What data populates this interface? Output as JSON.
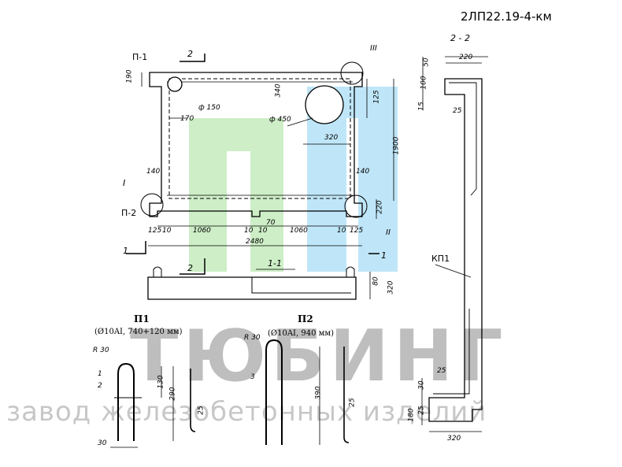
{
  "title": "2ЛП22.19-4-км",
  "brand": {
    "name": "ТЮБИНГ",
    "tagline": "завод железобетонных изделий"
  },
  "section_label": "2 - 2",
  "labels": {
    "p1": "П-1",
    "p2": "П-2",
    "cut2_top": "2",
    "cut2_bottom": "2",
    "cut1_left": "1",
    "cut1_right": "1",
    "node_I": "I",
    "node_II": "II",
    "node_III": "III",
    "kp1": "КП1",
    "section_11": "1-1"
  },
  "dims": {
    "d190": "190",
    "phi150": "ф 150",
    "phi450": "ф 450",
    "d340": "340",
    "d170": "170",
    "d125r": "125",
    "d1900": "1900",
    "d320a": "320",
    "d140l": "140",
    "d140r": "140",
    "d220r": "220",
    "d125a": "125",
    "d10a": "10",
    "d1060a": "1060",
    "d10b": "10",
    "d10c": "10",
    "d70": "70",
    "d1060b": "1060",
    "d10d": "10",
    "d125b": "125",
    "d2480": "2480",
    "d80": "80",
    "d320b": "320"
  },
  "section_dims": {
    "d220": "220",
    "d50": "50",
    "d100": "100",
    "d15": "15",
    "d25a": "25",
    "d25b": "25",
    "d30": "30",
    "d180": "180",
    "d25c": "25",
    "d320": "320"
  },
  "p1": {
    "title": "П1",
    "spec": "(Ø10AI, 740+120 мм)",
    "r": "R 30",
    "n1": "1",
    "n2": "2",
    "d130": "130",
    "d290": "290",
    "d25": "25",
    "d30": "30"
  },
  "p2": {
    "title": "П2",
    "spec": "(Ø10AI, 940 мм)",
    "r": "R 30",
    "n3": "3",
    "d390": "390",
    "d25": "25"
  },
  "colors": {
    "green": "#cdeec6",
    "blue": "#bfe6f8",
    "grey": "#8a8a8a"
  }
}
